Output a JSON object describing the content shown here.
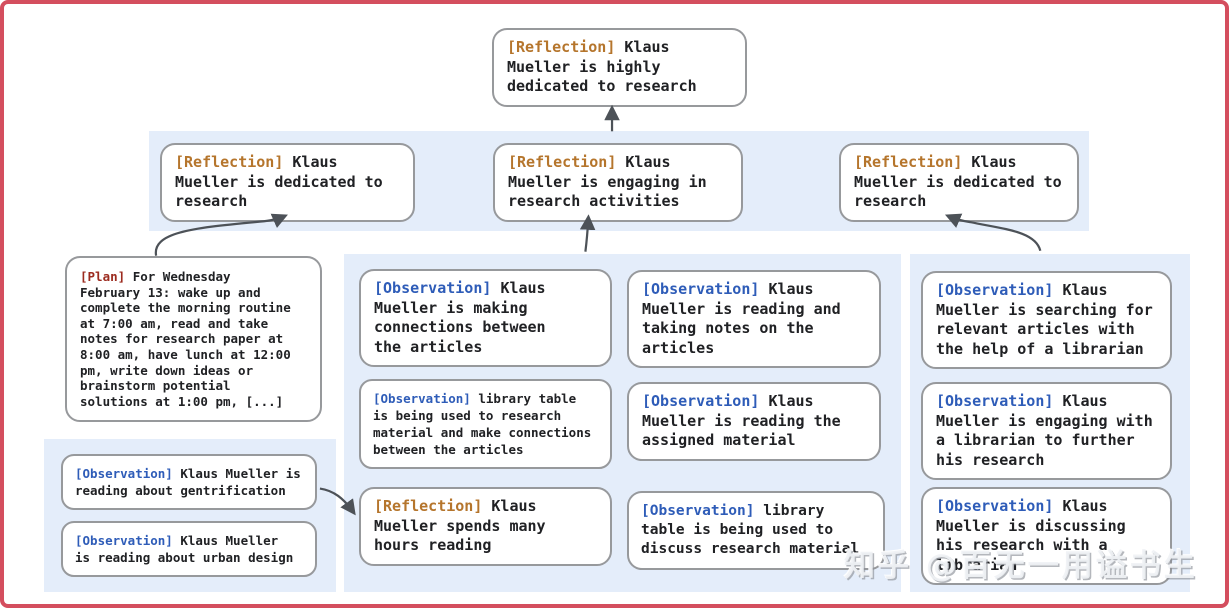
{
  "colors": {
    "page_border": "#d44e5e",
    "band_bg": "#e4edfa",
    "box_border": "#97999c",
    "arrow": "#4d5258",
    "reflection_label": "#b5752c",
    "observation_label": "#2e5cb8",
    "plan_label": "#9c2b1f",
    "text": "#202124"
  },
  "watermark": "知乎 @百无一用谥书生",
  "nodes": {
    "top": {
      "tag": "[Reflection]",
      "type": "reflection",
      "text": "Klaus\nMueller is highly\ndedicated to research"
    },
    "row2_left": {
      "tag": "[Reflection]",
      "type": "reflection",
      "text": "Klaus\nMueller is dedicated to\nresearch"
    },
    "row2_mid": {
      "tag": "[Reflection]",
      "type": "reflection",
      "text": "Klaus\nMueller is engaging in\nresearch activities"
    },
    "row2_right": {
      "tag": "[Reflection]",
      "type": "reflection",
      "text": "Klaus\nMueller is dedicated to\nresearch"
    },
    "plan": {
      "tag": "[Plan]",
      "type": "plan",
      "text": "For Wednesday\nFebruary 13: wake up and\ncomplete the morning routine\nat 7:00 am, read and take\nnotes for research paper at\n8:00 am, have lunch at 12:00\npm, write down ideas or\nbrainstorm potential\nsolutions at 1:00 pm, [...]"
    },
    "left1": {
      "tag": "[Observation]",
      "type": "observation",
      "text": "Klaus Mueller is\nreading about gentrification"
    },
    "left2": {
      "tag": "[Observation]",
      "type": "observation",
      "text": "Klaus Mueller\nis reading about urban design"
    },
    "mid1": {
      "tag": "[Observation]",
      "type": "observation",
      "text": "Klaus\nMueller is making\nconnections between\nthe articles"
    },
    "mid2": {
      "tag": "[Observation]",
      "type": "observation",
      "text": "library table\nis being used to research\nmaterial and make connections\nbetween the articles"
    },
    "mid3": {
      "tag": "[Reflection]",
      "type": "reflection",
      "text": "Klaus\nMueller spends many\nhours reading"
    },
    "mid4": {
      "tag": "[Observation]",
      "type": "observation",
      "text": "Klaus\nMueller is reading and\ntaking notes on the\narticles"
    },
    "mid5": {
      "tag": "[Observation]",
      "type": "observation",
      "text": "Klaus\nMueller is reading the\nassigned material"
    },
    "mid6": {
      "tag": "[Observation]",
      "type": "observation",
      "text": "library\ntable is being used to\ndiscuss research material"
    },
    "right1": {
      "tag": "[Observation]",
      "type": "observation",
      "text": "Klaus\nMueller is searching for\nrelevant articles with\nthe help of a librarian"
    },
    "right2": {
      "tag": "[Observation]",
      "type": "observation",
      "text": "Klaus\nMueller is engaging with\na librarian to further\nhis research"
    },
    "right3": {
      "tag": "[Observation]",
      "type": "observation",
      "text": "Klaus\nMueller is discussing\nhis research with a\nlibrarian"
    }
  }
}
